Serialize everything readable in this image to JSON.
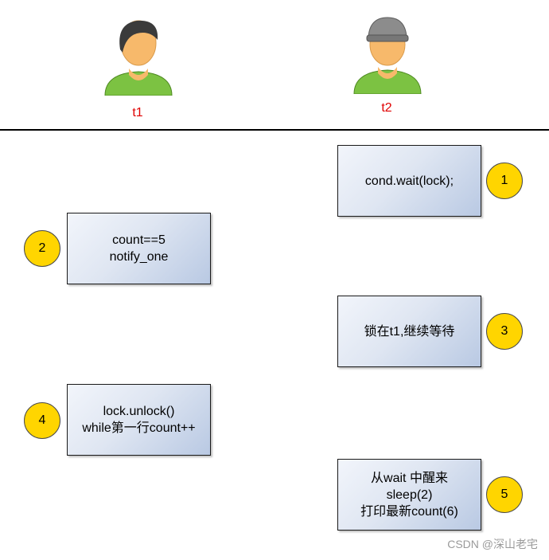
{
  "threads": [
    {
      "label": "t1"
    },
    {
      "label": "t2"
    }
  ],
  "boxes": {
    "t2_wait": [
      "cond.wait(lock);"
    ],
    "t1_notify": [
      "count==5",
      "notify_one"
    ],
    "t2_lock_wait": [
      "锁在t1,继续等待"
    ],
    "t1_unlock": [
      "lock.unlock()",
      "while第一行count++"
    ],
    "t2_wake": [
      "从wait 中醒来",
      "sleep(2)",
      "打印最新count(6)"
    ]
  },
  "steps": [
    "1",
    "2",
    "3",
    "4",
    "5"
  ],
  "watermark": "CSDN @深山老宅",
  "colors": {
    "thread_label": "#e00000",
    "step_circle": "#ffd500",
    "box_gradient_start": "#f2f5fb",
    "box_gradient_end": "#b9c9e3",
    "shirt": "#7cc242",
    "skin": "#f7b96b",
    "hair_t1": "#3b3b3b",
    "cap_t2": "#8c8c8c"
  }
}
